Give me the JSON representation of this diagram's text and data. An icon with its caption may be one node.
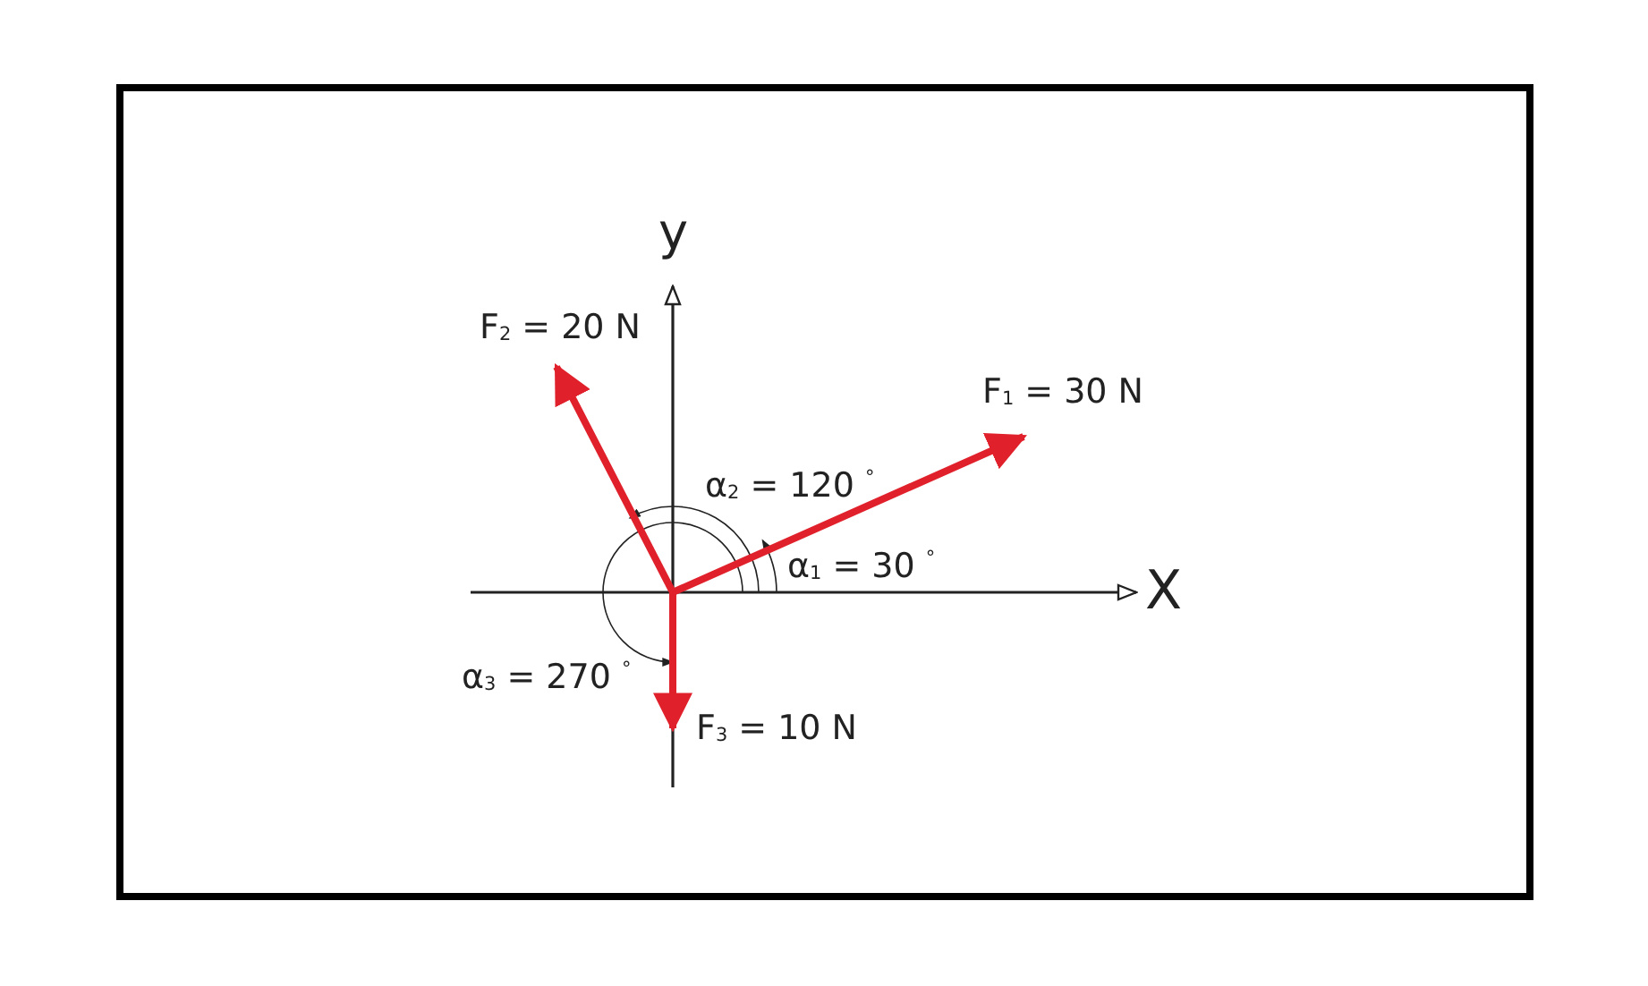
{
  "diagram": {
    "labels": [
      "y",
      "F$_{2}$ = 20 N",
      "F$_{1}$ = 30 N",
      "α$_{2}$ = 120 $^{°}$",
      "α$_{1}$ = 30 $^{°}$",
      "X",
      "α$_{3}$ = 270 $^{°}$",
      "F$_{3}$ = 10 N"
    ]
  }
}
